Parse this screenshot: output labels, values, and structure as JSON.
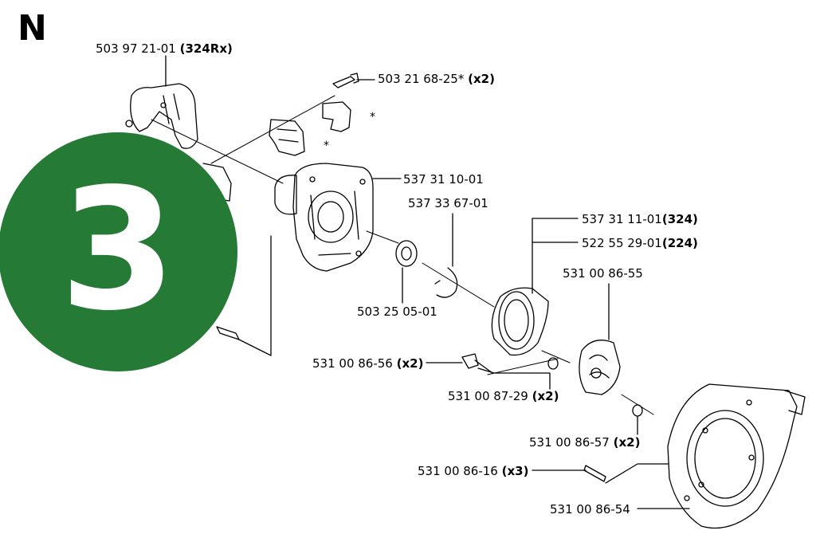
{
  "section_letter": "N",
  "step_badge": {
    "number": "3",
    "color": "#257a35"
  },
  "parts": [
    {
      "id": "p1",
      "num": "503 97 21-01",
      "note": "(324Rx)"
    },
    {
      "id": "p2",
      "num": "503 21 68-25*",
      "note": "(x2)"
    },
    {
      "id": "p3",
      "num": "537 31 10-01",
      "note": ""
    },
    {
      "id": "p4",
      "num": "537 33 67-01",
      "note": ""
    },
    {
      "id": "p5",
      "num": "537 31 11-01",
      "note": "(324)"
    },
    {
      "id": "p6",
      "num": "522 55 29-01",
      "note": "(224)"
    },
    {
      "id": "p7",
      "num": "531 00 86-55",
      "note": ""
    },
    {
      "id": "p8",
      "num": "503 25 05-01",
      "note": ""
    },
    {
      "id": "p9",
      "num": "531 00 86-56",
      "note": "(x2)"
    },
    {
      "id": "p10",
      "num": "531 00 87-29",
      "note": "(x2)"
    },
    {
      "id": "p11",
      "num": "531 00 86-57",
      "note": "(x2)"
    },
    {
      "id": "p12",
      "num": "531 00 86-16",
      "note": "(x3)"
    },
    {
      "id": "p13",
      "num": "531 00 86-54",
      "note": ""
    }
  ],
  "markers": {
    "star_a": "*",
    "star_b": "*"
  }
}
